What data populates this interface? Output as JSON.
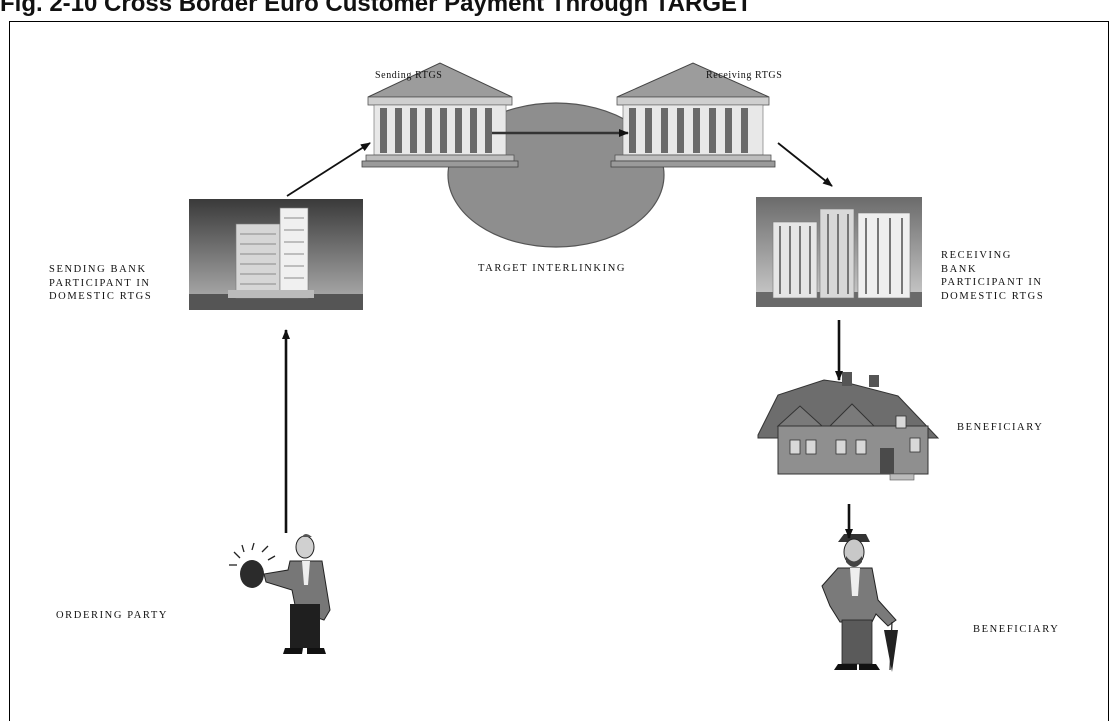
{
  "figure": {
    "title": "Fig. 2-10 Cross Border Euro Customer Payment Through TARGET"
  },
  "nodes": {
    "sending_rtgs": "Sending RTGS",
    "receiving_rtgs": "Receiving RTGS",
    "target_interlinking": "TARGET INTERLINKING",
    "sending_bank": [
      "SENDING BANK",
      "PARTICIPANT IN",
      "DOMESTIC RTGS"
    ],
    "receiving_bank": [
      "RECEIVING",
      "BANK",
      "PARTICIPANT IN",
      "DOMESTIC RTGS"
    ],
    "beneficiary_house": "BENEFICIARY",
    "ordering_party": "ORDERING PARTY",
    "beneficiary_person": "BENEFICIARY"
  }
}
